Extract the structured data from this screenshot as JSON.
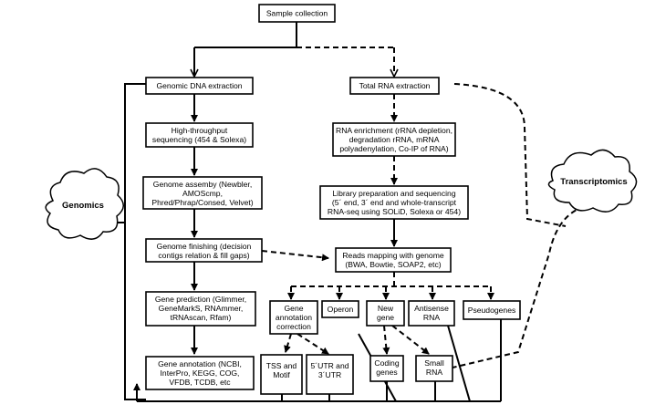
{
  "nodes": {
    "sample_collection": [
      "Sample collection"
    ],
    "genomic_dna": [
      "Genomic DNA extraction"
    ],
    "total_rna": [
      "Total RNA extraction"
    ],
    "high_throughput": [
      "High-throughput",
      "sequencing (454 & Solexa)"
    ],
    "rna_enrichment": [
      "RNA enrichment (rRNA depletion,",
      "degradation rRNA, mRNA",
      "polyadenylation, Co-IP of RNA)"
    ],
    "genome_assembly": [
      "Genome assemby (Newbler,",
      "AMOScmp,",
      "Phred/Phrap/Consed, Velvet)"
    ],
    "library_prep": [
      "Library preparation and sequencing",
      "(5´ end, 3´ end and whole-transcript",
      "RNA-seq using SOLiD, Solexa or 454)"
    ],
    "genome_finishing": [
      "Genome finishing (decision",
      "contigs relation & fill gaps)"
    ],
    "reads_mapping": [
      "Reads mapping with genome",
      "(BWA, Bowtie, SOAP2, etc)"
    ],
    "gene_prediction": [
      "Gene prediction (Glimmer,",
      "GeneMarkS, RNAmmer,",
      "tRNAscan, Rfam)"
    ],
    "gene_annotation_correction": [
      "Gene",
      "annotation",
      "correction"
    ],
    "operon": [
      "Operon"
    ],
    "new_gene": [
      "New",
      "gene"
    ],
    "antisense_rna": [
      "Antisense",
      "RNA"
    ],
    "pseudogenes": [
      "Pseudogenes"
    ],
    "gene_annotation": [
      "Gene annotation (NCBI,",
      "InterPro, KEGG, COG,",
      "VFDB, TCDB, etc"
    ],
    "tss_motif": [
      "TSS and",
      "Motif"
    ],
    "utr": [
      "5´UTR and",
      "3´UTR"
    ],
    "coding_genes": [
      "Coding",
      "genes"
    ],
    "small_rna": [
      "Small",
      "RNA"
    ]
  },
  "clouds": {
    "genomics": "Genomics",
    "transcriptomics": "Transcriptomics"
  }
}
